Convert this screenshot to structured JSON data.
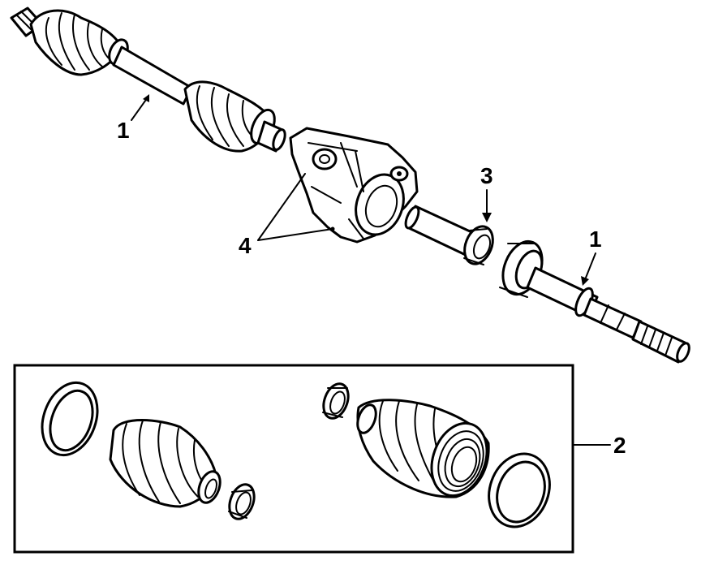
{
  "callouts": {
    "shaft_left": "1",
    "kit": "2",
    "seal": "3",
    "bracket": "4",
    "shaft_right": "1"
  }
}
